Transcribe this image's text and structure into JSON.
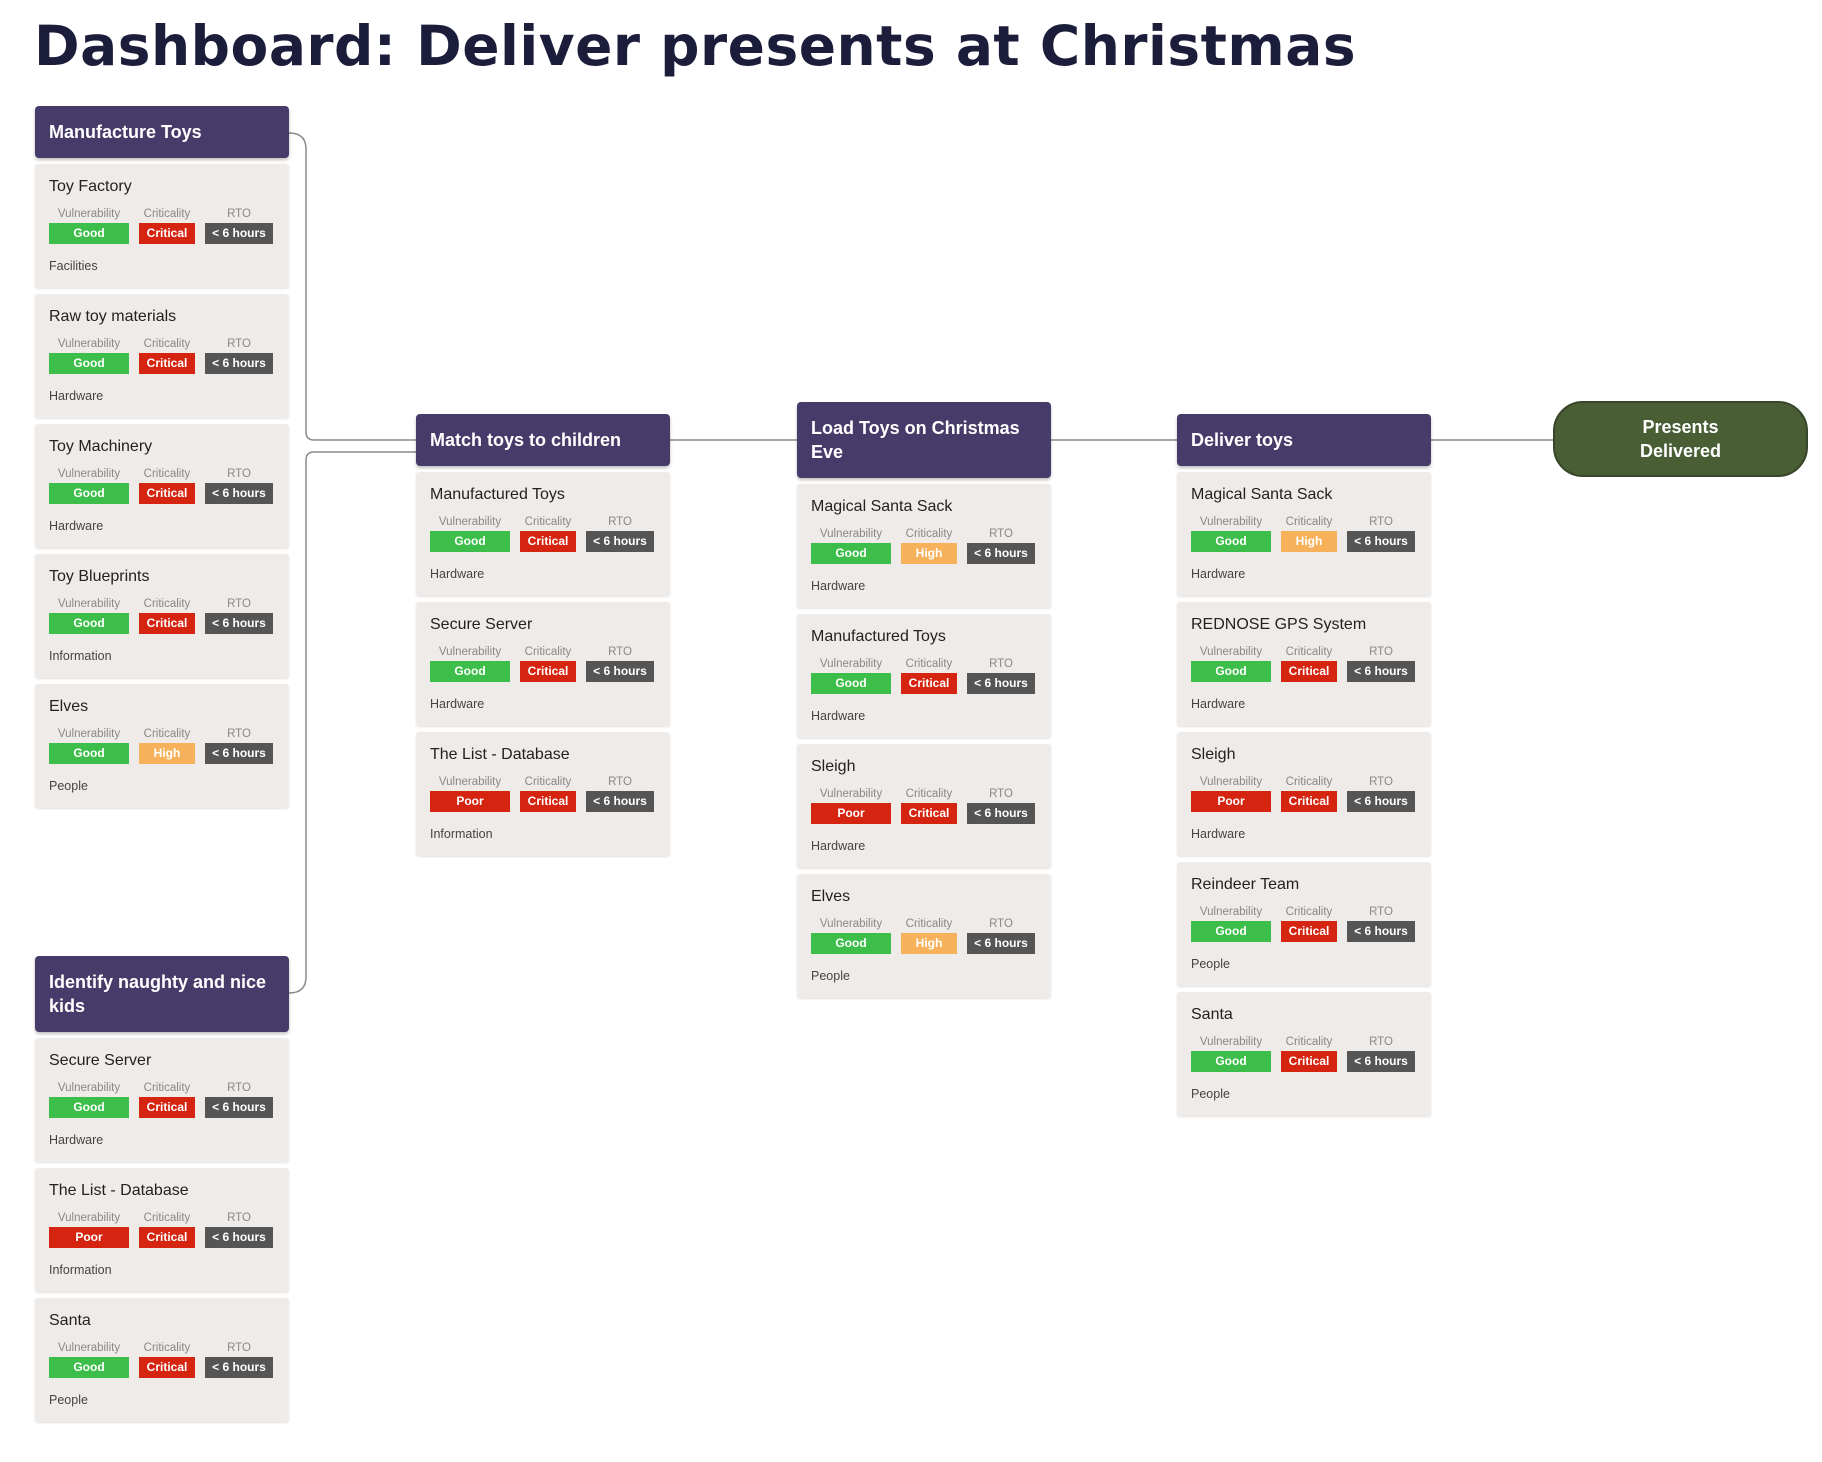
{
  "title": "Dashboard: Deliver presents at Christmas",
  "metric_labels": {
    "vulnerability": "Vulnerability",
    "criticality": "Criticality",
    "rto": "RTO"
  },
  "colors": {
    "Good": "#3dbe4a",
    "Poor": "#d52410",
    "Critical": "#d52410",
    "High": "#f7b15a",
    "rto": "#555555",
    "header": "#473b69",
    "outcome": "#4a5e35",
    "card": "#efebe9",
    "connector": "#8a8a8a"
  },
  "groups": [
    {
      "id": "manufacture-toys",
      "title": "Manufacture Toys",
      "items": [
        {
          "name": "Toy Factory",
          "vulnerability": "Good",
          "criticality": "Critical",
          "rto": "< 6 hours",
          "type": "Facilities"
        },
        {
          "name": "Raw toy materials",
          "vulnerability": "Good",
          "criticality": "Critical",
          "rto": "< 6 hours",
          "type": "Hardware"
        },
        {
          "name": "Toy Machinery",
          "vulnerability": "Good",
          "criticality": "Critical",
          "rto": "< 6 hours",
          "type": "Hardware"
        },
        {
          "name": "Toy Blueprints",
          "vulnerability": "Good",
          "criticality": "Critical",
          "rto": "< 6 hours",
          "type": "Information"
        },
        {
          "name": "Elves",
          "vulnerability": "Good",
          "criticality": "High",
          "rto": "< 6 hours",
          "type": "People"
        }
      ]
    },
    {
      "id": "identify-naughty-nice",
      "title": "Identify naughty and nice kids",
      "items": [
        {
          "name": "Secure Server",
          "vulnerability": "Good",
          "criticality": "Critical",
          "rto": "< 6 hours",
          "type": "Hardware"
        },
        {
          "name": "The List - Database",
          "vulnerability": "Poor",
          "criticality": "Critical",
          "rto": "< 6 hours",
          "type": "Information"
        },
        {
          "name": "Santa",
          "vulnerability": "Good",
          "criticality": "Critical",
          "rto": "< 6 hours",
          "type": "People"
        }
      ]
    },
    {
      "id": "match-toys",
      "title": "Match toys to children",
      "items": [
        {
          "name": "Manufactured Toys",
          "vulnerability": "Good",
          "criticality": "Critical",
          "rto": "< 6 hours",
          "type": "Hardware"
        },
        {
          "name": "Secure Server",
          "vulnerability": "Good",
          "criticality": "Critical",
          "rto": "< 6 hours",
          "type": "Hardware"
        },
        {
          "name": "The List - Database",
          "vulnerability": "Poor",
          "criticality": "Critical",
          "rto": "< 6 hours",
          "type": "Information"
        }
      ]
    },
    {
      "id": "load-toys",
      "title": "Load Toys on Christmas Eve",
      "items": [
        {
          "name": "Magical Santa Sack",
          "vulnerability": "Good",
          "criticality": "High",
          "rto": "< 6 hours",
          "type": "Hardware"
        },
        {
          "name": "Manufactured Toys",
          "vulnerability": "Good",
          "criticality": "Critical",
          "rto": "< 6 hours",
          "type": "Hardware"
        },
        {
          "name": "Sleigh",
          "vulnerability": "Poor",
          "criticality": "Critical",
          "rto": "< 6 hours",
          "type": "Hardware"
        },
        {
          "name": "Elves",
          "vulnerability": "Good",
          "criticality": "High",
          "rto": "< 6 hours",
          "type": "People"
        }
      ]
    },
    {
      "id": "deliver-toys",
      "title": "Deliver toys",
      "items": [
        {
          "name": "Magical Santa Sack",
          "vulnerability": "Good",
          "criticality": "High",
          "rto": "< 6 hours",
          "type": "Hardware"
        },
        {
          "name": "REDNOSE GPS System",
          "vulnerability": "Good",
          "criticality": "Critical",
          "rto": "< 6 hours",
          "type": "Hardware"
        },
        {
          "name": "Sleigh",
          "vulnerability": "Poor",
          "criticality": "Critical",
          "rto": "< 6 hours",
          "type": "Hardware"
        },
        {
          "name": "Reindeer Team",
          "vulnerability": "Good",
          "criticality": "Critical",
          "rto": "< 6 hours",
          "type": "People"
        },
        {
          "name": "Santa",
          "vulnerability": "Good",
          "criticality": "Critical",
          "rto": "< 6 hours",
          "type": "People"
        }
      ]
    }
  ],
  "outcome": "Presents Delivered"
}
